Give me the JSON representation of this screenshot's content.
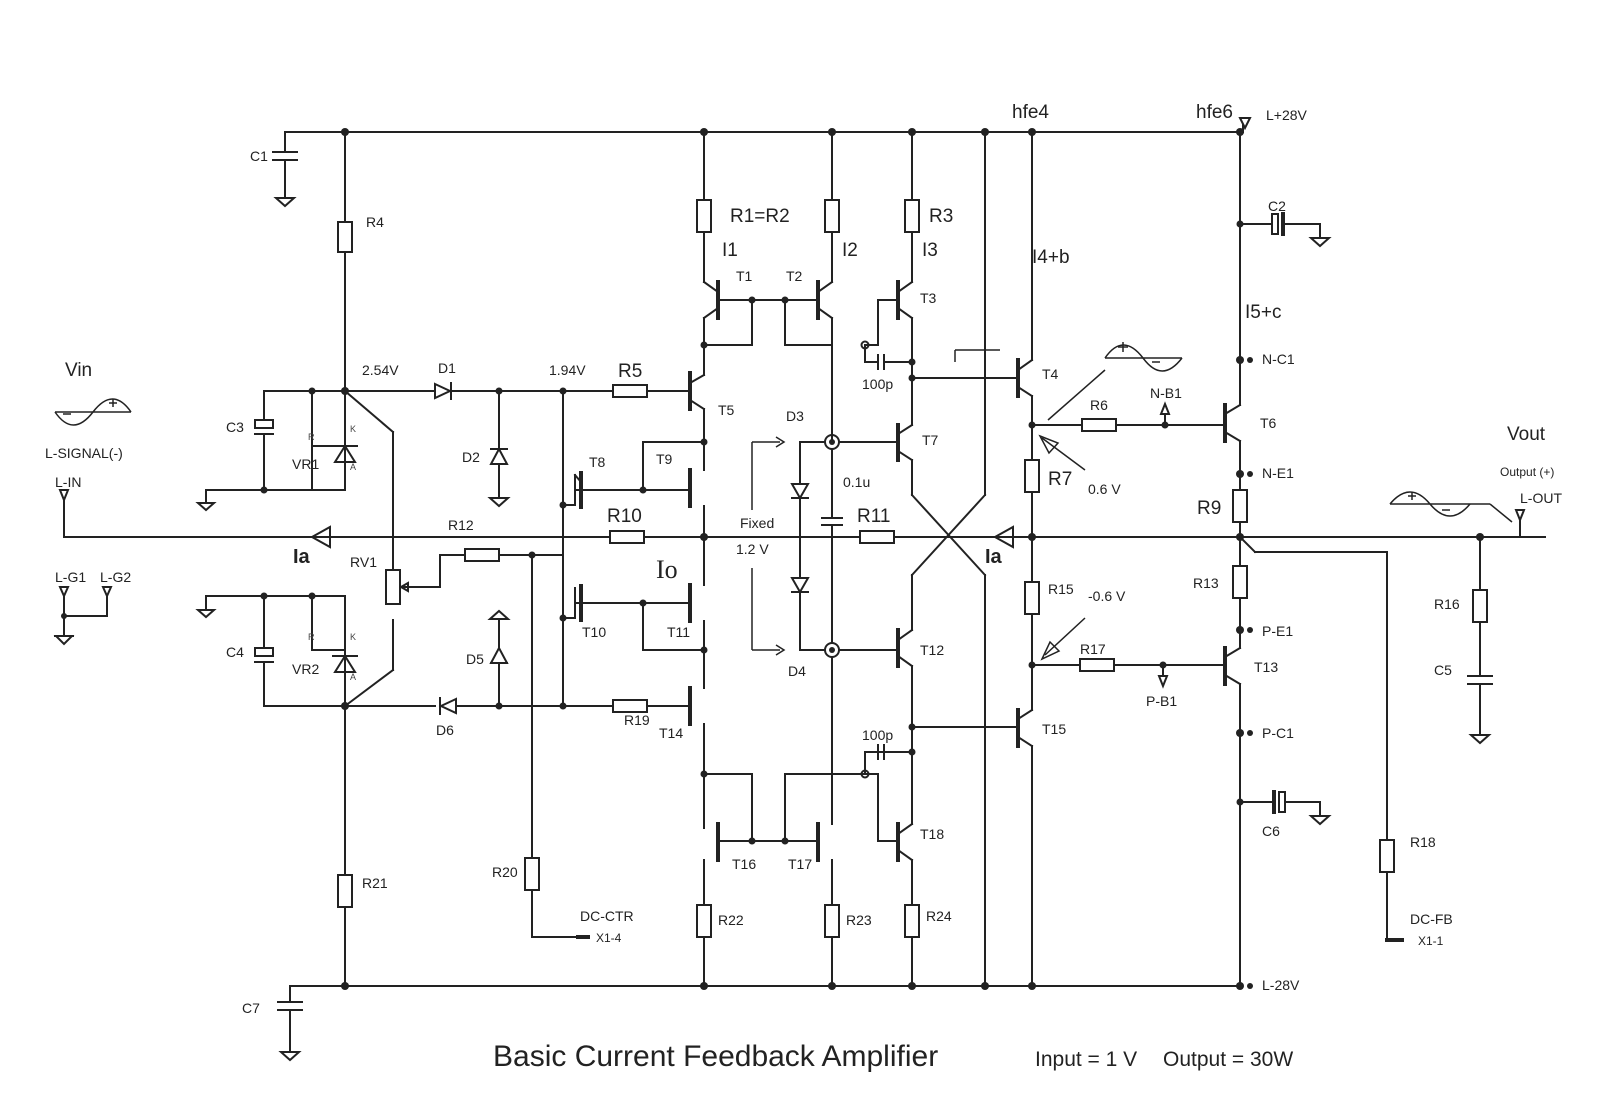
{
  "title": "Basic Current Feedback Amplifier",
  "subtitle_input": "Input = 1 V",
  "subtitle_output": "Output = 30W",
  "rails": {
    "positive": "L+28V",
    "negative": "L-28V"
  },
  "io_labels": {
    "vin": "Vin",
    "vout": "Vout",
    "l_signal": "L-SIGNAL(-)",
    "l_in": "L-IN",
    "output_plus": "Output (+)",
    "l_out": "L-OUT",
    "l_g1": "L-G1",
    "l_g2": "L-G2",
    "dc_ctr": "DC-CTR",
    "dc_ctr_pin": "X1-4",
    "dc_fb": "DC-FB",
    "dc_fb_pin": "X1-1"
  },
  "annotations": {
    "hfe4": "hfe4",
    "hfe6": "hfe6",
    "r1_eq_r2": "R1=R2",
    "i1": "I1",
    "i2": "I2",
    "i3": "I3",
    "i4b": "I4+b",
    "i5c": "I5+c",
    "v254": "2.54V",
    "v194": "1.94V",
    "v06": "0.6 V",
    "vm06": "-0.6 V",
    "fixed": "Fixed",
    "v12": "1.2 V",
    "io": "Io",
    "ia_left": "Ia",
    "ia_right": "Ia",
    "cap_01u": "0.1u",
    "cap_100p_top": "100p",
    "cap_100p_bot": "100p"
  },
  "nodes": {
    "n_c1": "N-C1",
    "n_b1": "N-B1",
    "n_e1": "N-E1",
    "p_e1": "P-E1",
    "p_b1": "P-B1",
    "p_c1": "P-C1"
  },
  "resistors": {
    "r3": "R3",
    "r4": "R4",
    "r5": "R5",
    "r6": "R6",
    "r7": "R7",
    "r9": "R9",
    "r10": "R10",
    "r11": "R11",
    "r12": "R12",
    "r13": "R13",
    "r15": "R15",
    "r16": "R16",
    "r17": "R17",
    "r18": "R18",
    "r19": "R19",
    "r20": "R20",
    "r21": "R21",
    "r22": "R22",
    "r23": "R23",
    "r24": "R24",
    "rv1": "RV1"
  },
  "capacitors": {
    "c1": "C1",
    "c2": "C2",
    "c3": "C3",
    "c4": "C4",
    "c5": "C5",
    "c6": "C6",
    "c7": "C7"
  },
  "diodes": {
    "d1": "D1",
    "d2": "D2",
    "d3": "D3",
    "d4": "D4",
    "d5": "D5",
    "d6": "D6",
    "vr1": "VR1",
    "vr2": "VR2"
  },
  "transistors": {
    "t1": "T1",
    "t2": "T2",
    "t3": "T3",
    "t4": "T4",
    "t5": "T5",
    "t6": "T6",
    "t7": "T7",
    "t8": "T8",
    "t9": "T9",
    "t10": "T10",
    "t11": "T11",
    "t12": "T12",
    "t13": "T13",
    "t14": "T14",
    "t15": "T15",
    "t16": "T16",
    "t17": "T17",
    "t18": "T18"
  }
}
